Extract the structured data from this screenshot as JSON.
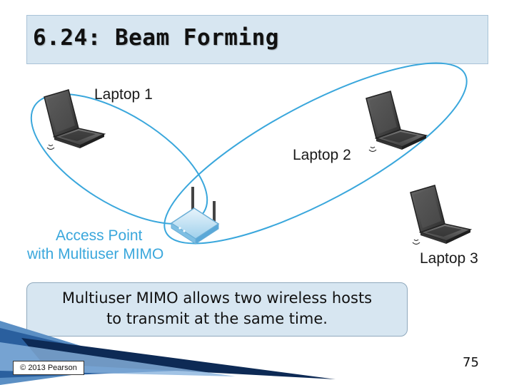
{
  "slide": {
    "title": "6.24: Beam Forming",
    "page_number": "75",
    "copyright": "© 2013 Pearson",
    "caption": [
      "Multiuser MIMO allows two wireless hosts",
      "to transmit at the same time."
    ]
  },
  "diagram": {
    "laptop1_label": "Laptop 1",
    "laptop2_label": "Laptop 2",
    "laptop3_label": "Laptop 3",
    "access_point_label": [
      "Access Point",
      "with Multiuser MIMO"
    ]
  },
  "colors": {
    "beam": "#3aa7dc",
    "access_point_label": "#3aa7dc",
    "title_background": "#d7e6f1"
  }
}
